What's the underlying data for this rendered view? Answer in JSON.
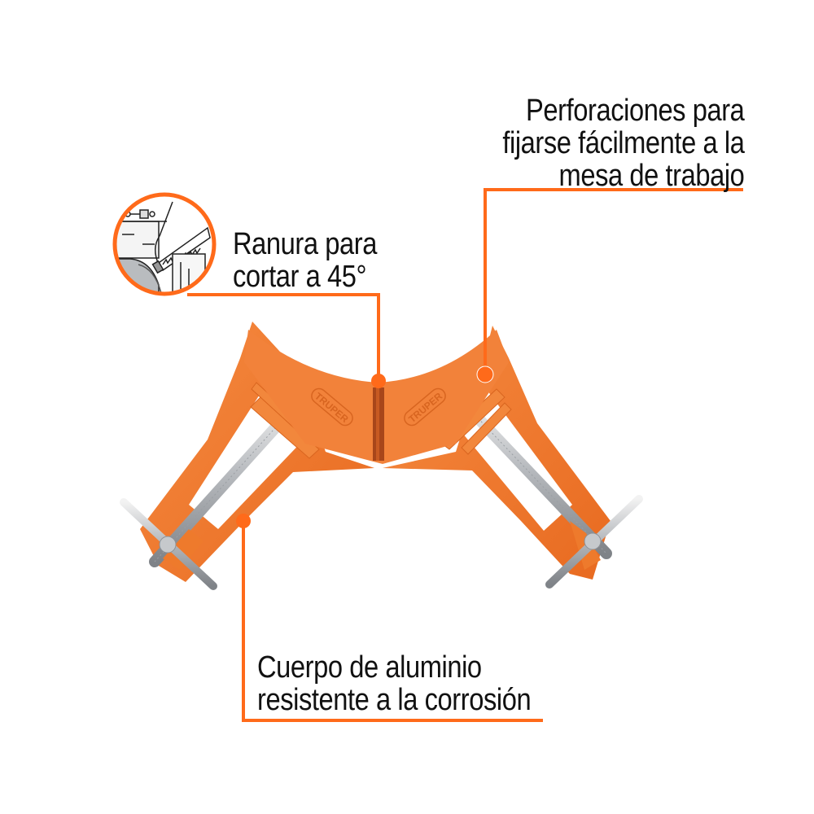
{
  "accent_color": "#FF6A1A",
  "body_color": "#F07A30",
  "product": {
    "name": "Corner clamp (prensa esquinera)",
    "logo_text": "TRUPER"
  },
  "callouts": [
    {
      "id": "holes",
      "lines": [
        "Perforaciones para",
        "fijarse fácilmente a la",
        "mesa de trabajo"
      ]
    },
    {
      "id": "slot",
      "lines": [
        "Ranura para",
        "cortar a 45°"
      ],
      "icon": "saw-cutting-icon"
    },
    {
      "id": "body",
      "lines": [
        "Cuerpo de aluminio",
        "resistente a la corrosión"
      ]
    }
  ]
}
